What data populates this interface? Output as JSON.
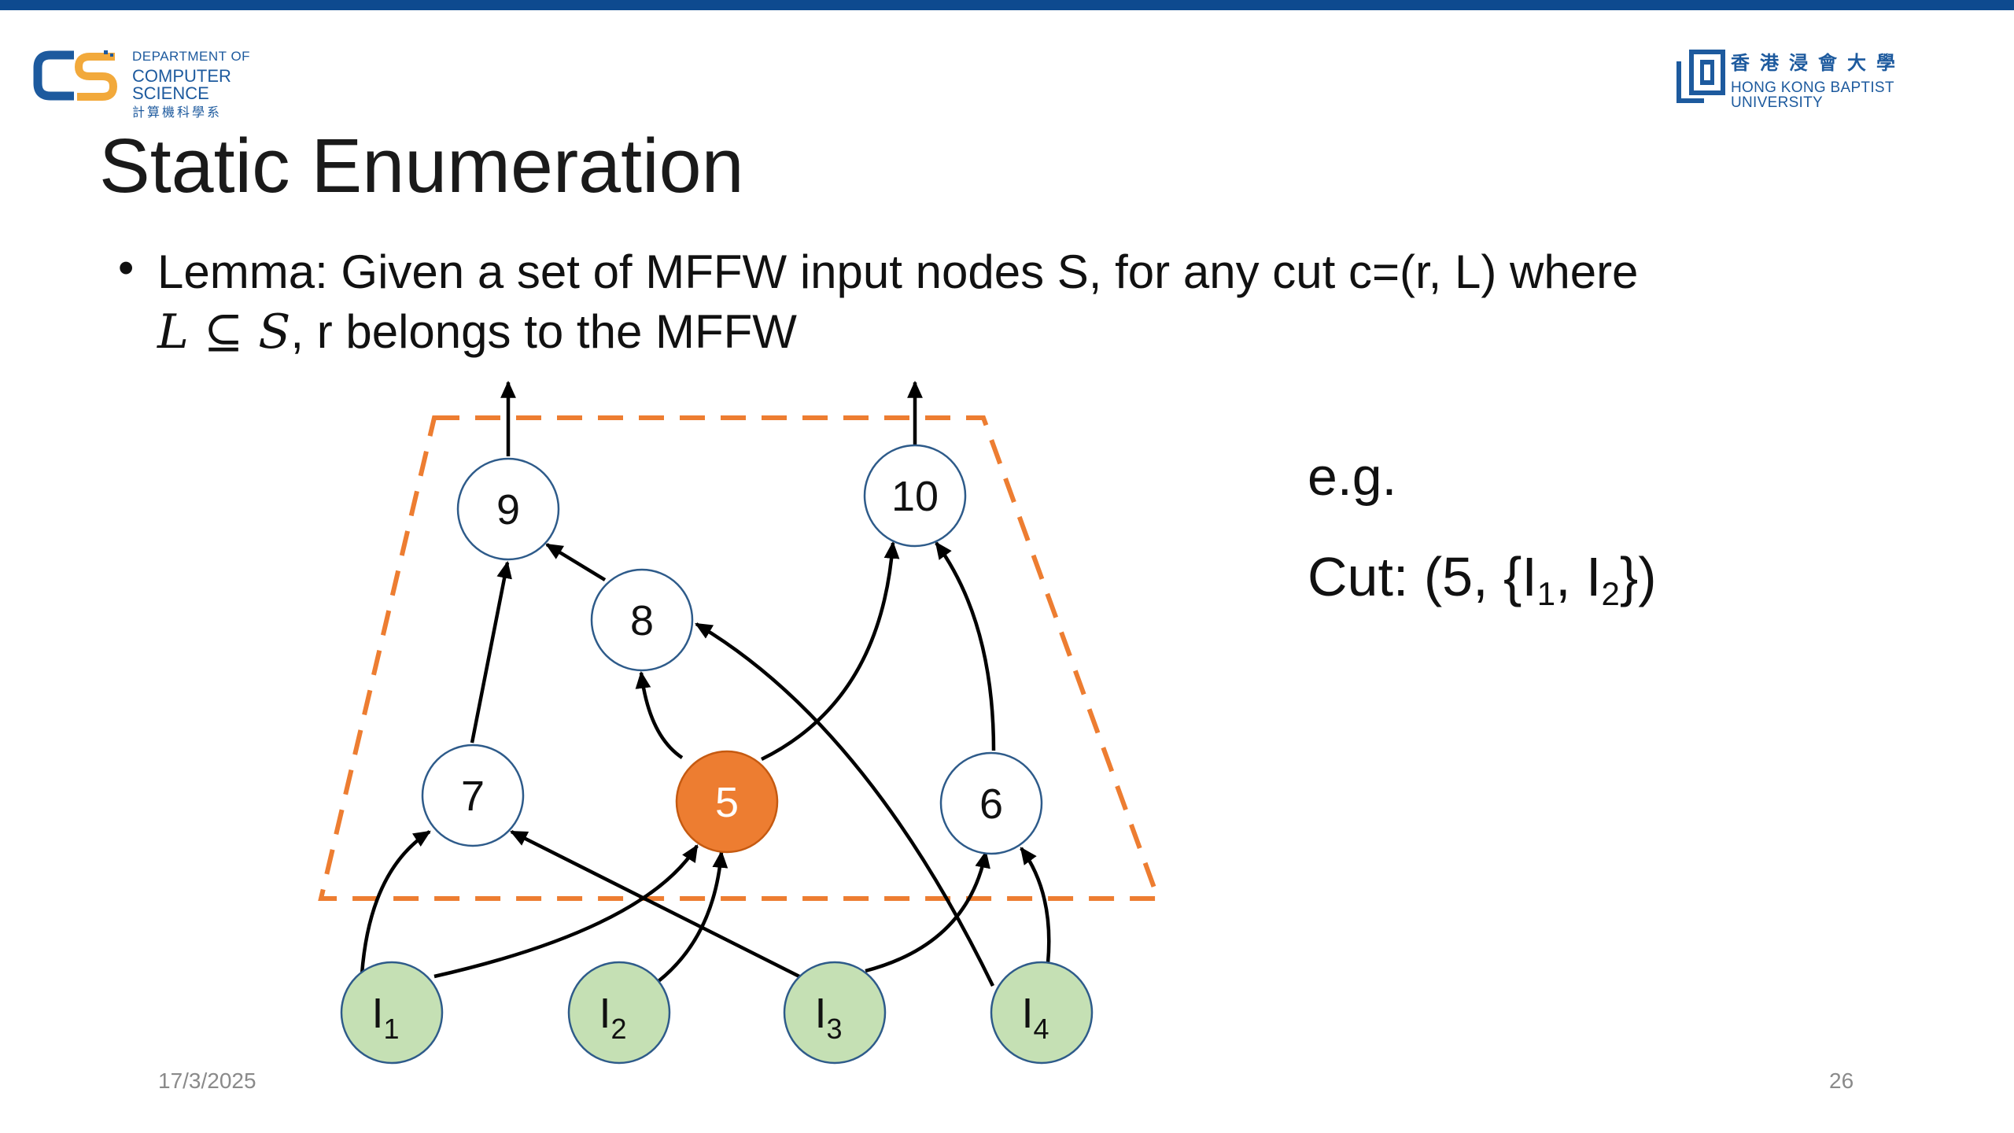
{
  "header": {
    "dept_line1": "DEPARTMENT OF",
    "dept_line2": "COMPUTER SCIENCE",
    "dept_line3": "計算機科學系",
    "univ_cn": "香港浸會大學",
    "univ_en": "HONG KONG BAPTIST UNIVERSITY"
  },
  "slide": {
    "title": "Static Enumeration",
    "bullet_symbol": "•",
    "line1": "Lemma: Given a set of MFFW input nodes S, for any cut c=(r, L) where",
    "line2_math_L": "L",
    "line2_math_subset": " ⊆ ",
    "line2_math_S": "S",
    "line2_rest": ", r belongs to the MFFW",
    "example_label": "e.g.",
    "example_cut_prefix": "Cut: (5, {I",
    "example_cut_sub1": "1",
    "example_cut_mid": ", I",
    "example_cut_sub2": "2",
    "example_cut_suffix": "})"
  },
  "diagram": {
    "colors": {
      "window_border": "#ed7d31",
      "highlight_fill": "#ed7d31",
      "highlight_stroke": "#c55a11",
      "input_fill": "#c5e0b4",
      "input_stroke": "#2e5b8a",
      "node_fill": "#ffffff",
      "node_stroke": "#2e5b8a",
      "edge": "#000000"
    },
    "nodes": {
      "n9": "9",
      "n10": "10",
      "n8": "8",
      "n7": "7",
      "n5": "5",
      "n6": "6",
      "i1": "I",
      "i1_sub": "1",
      "i2": "I",
      "i2_sub": "2",
      "i3": "I",
      "i3_sub": "3",
      "i4": "I",
      "i4_sub": "4"
    },
    "edges": [
      [
        "I1",
        "7"
      ],
      [
        "I1",
        "5"
      ],
      [
        "I2",
        "5"
      ],
      [
        "I3",
        "7"
      ],
      [
        "I3",
        "6"
      ],
      [
        "I4",
        "8"
      ],
      [
        "I4",
        "6"
      ],
      [
        "7",
        "9"
      ],
      [
        "5",
        "8"
      ],
      [
        "5",
        "10"
      ],
      [
        "8",
        "9"
      ],
      [
        "6",
        "10"
      ],
      [
        "9",
        "out"
      ],
      [
        "10",
        "out"
      ]
    ]
  },
  "footer": {
    "date": "17/3/2025",
    "page": "26"
  }
}
